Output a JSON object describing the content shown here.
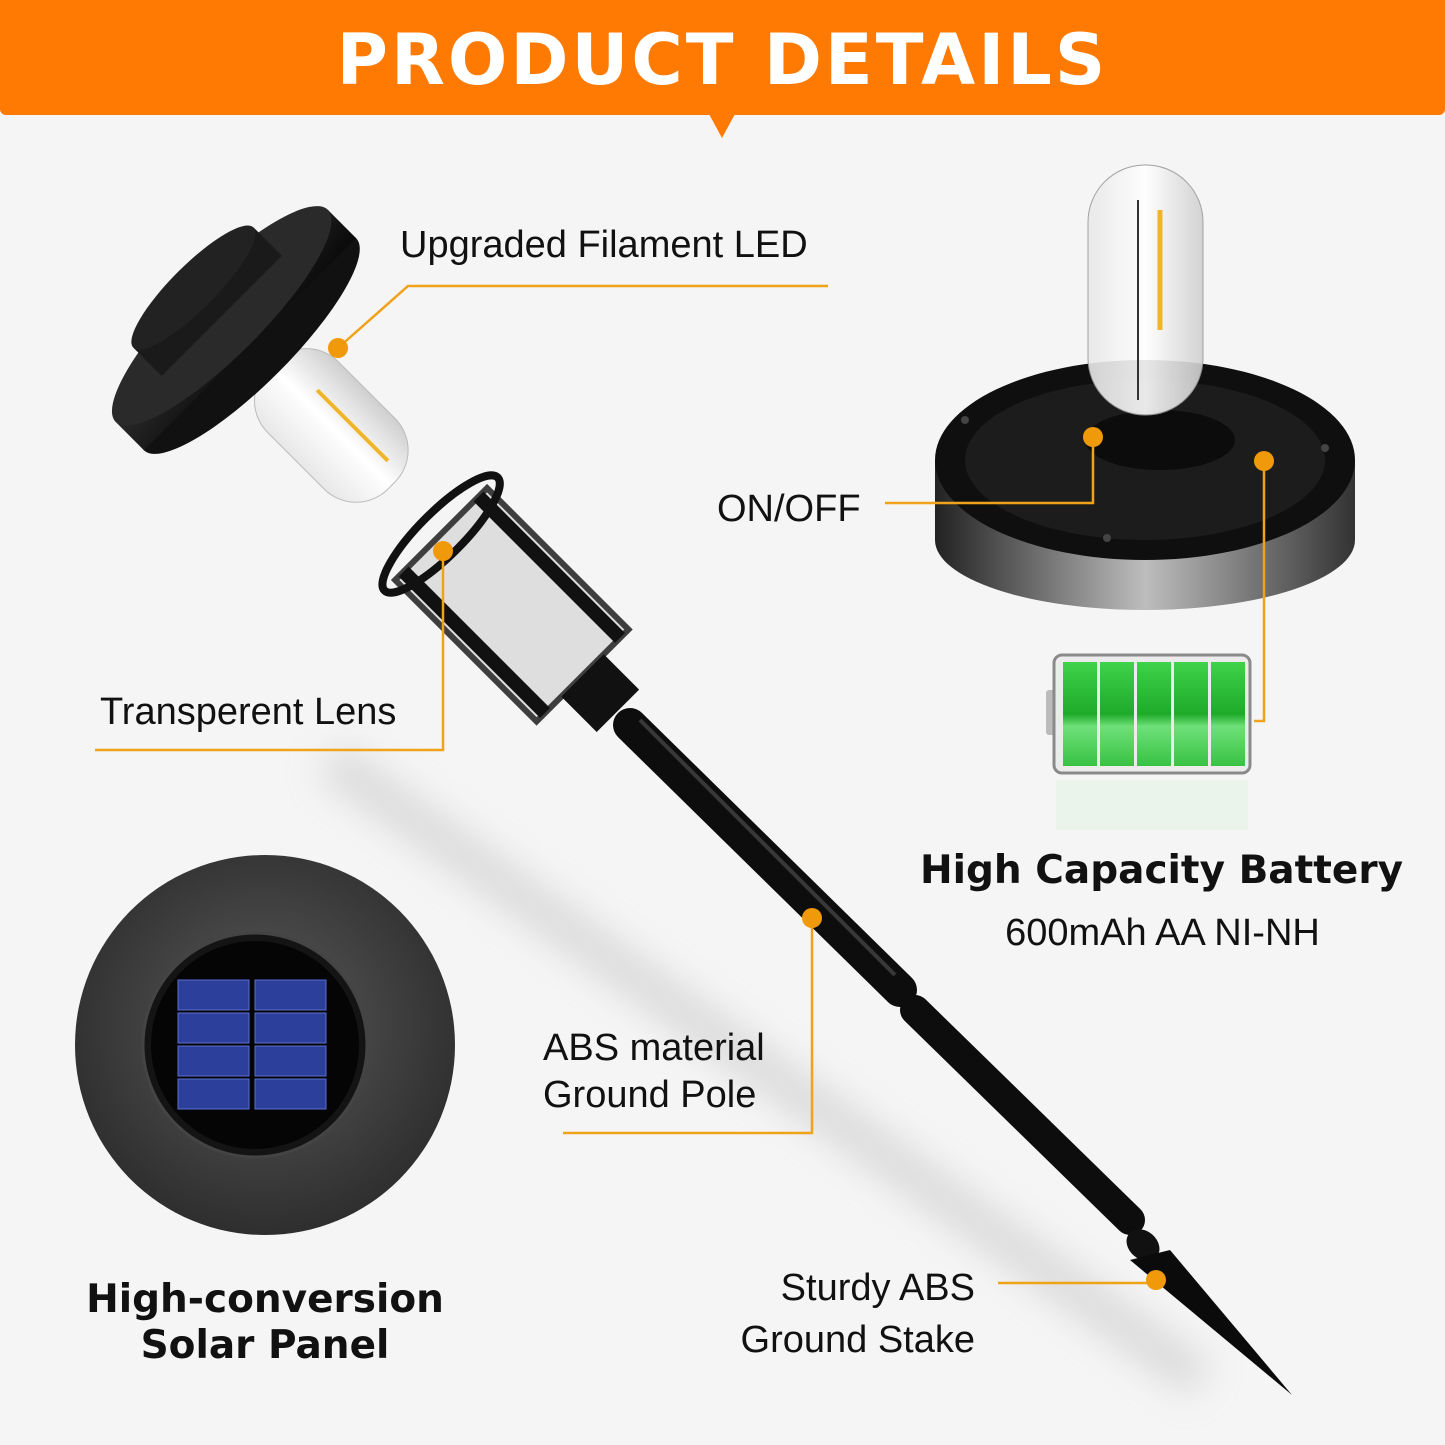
{
  "banner": {
    "title": "PRODUCT DETAILS",
    "color": "#fe7a03"
  },
  "callout_color": "#f0a21b",
  "callouts": {
    "filament_led": "Upgraded Filament LED",
    "on_off": "ON/OFF",
    "lens": "Transperent Lens",
    "pole_line1": "ABS material",
    "pole_line2": "Ground Pole",
    "stake_line1": "Sturdy ABS",
    "stake_line2": "Ground Stake"
  },
  "battery": {
    "title": "High Capacity Battery",
    "spec": "600mAh AA NI-NH",
    "cells": 5,
    "color": "#2fc23a"
  },
  "solar": {
    "title_line1": "High-conversion",
    "title_line2": "Solar Panel",
    "cells": 8,
    "cell_color": "#2c3f9a"
  }
}
